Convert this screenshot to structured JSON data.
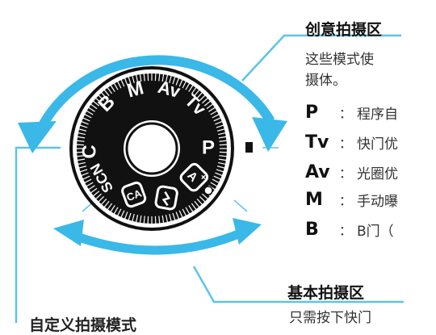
{
  "creative_zone": {
    "title": "创意拍摄区",
    "desc_line1": "这些模式使",
    "desc_line2": "摄体。",
    "modes": [
      {
        "key": "P",
        "colon": "：",
        "text": "程序自"
      },
      {
        "key": "Tv",
        "colon": "：",
        "text": "快门优"
      },
      {
        "key": "Av",
        "colon": "：",
        "text": "光圈优"
      },
      {
        "key": "M",
        "colon": "：",
        "text": "手动曝"
      },
      {
        "key": "B",
        "colon": "：",
        "text": "B门（"
      }
    ]
  },
  "basic_zone": {
    "title": "基本拍摄区",
    "desc_line1": "只需按下快门"
  },
  "bottom_left_label": "自定义拍摄模式",
  "dial": {
    "labels": [
      "C",
      "B",
      "M",
      "Av",
      "Tv",
      "P",
      "SCN"
    ]
  },
  "colors": {
    "accent": "#3ab8e8",
    "line": "#5cc3ea",
    "dial": "#111111"
  }
}
